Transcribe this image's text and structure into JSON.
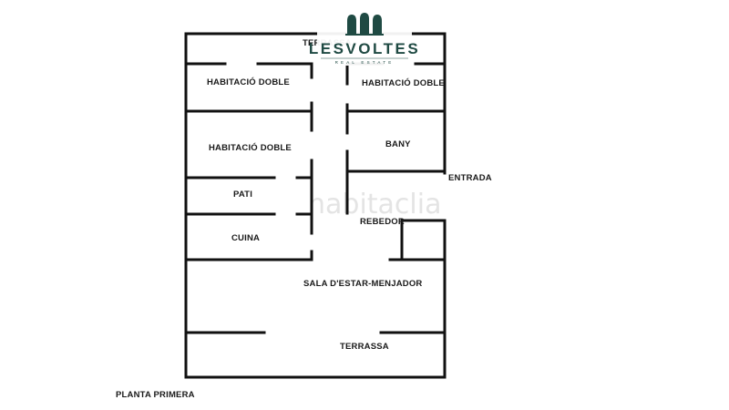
{
  "logo": {
    "name": "LESVOLTES",
    "subtitle": "REAL ESTATE",
    "color": "#1f4a43"
  },
  "watermark": "habitaclia",
  "rooms": {
    "terrace_top": "TERRASSA",
    "bedroom_top_left": "HABITACIÓ DOBLE",
    "bedroom_top_right": "HABITACIÓ DOBLE",
    "bedroom_middle": "HABITACIÓ DOBLE",
    "bathroom": "BANY",
    "entrance": "ENTRADA",
    "patio": "PATI",
    "hall": "REBEDOR",
    "kitchen": "CUINA",
    "living_dining": "SALA D'ESTAR-MENJADOR",
    "terrace_bottom": "TERRASSA"
  },
  "floor_label": "PLANTA PRIMERA"
}
